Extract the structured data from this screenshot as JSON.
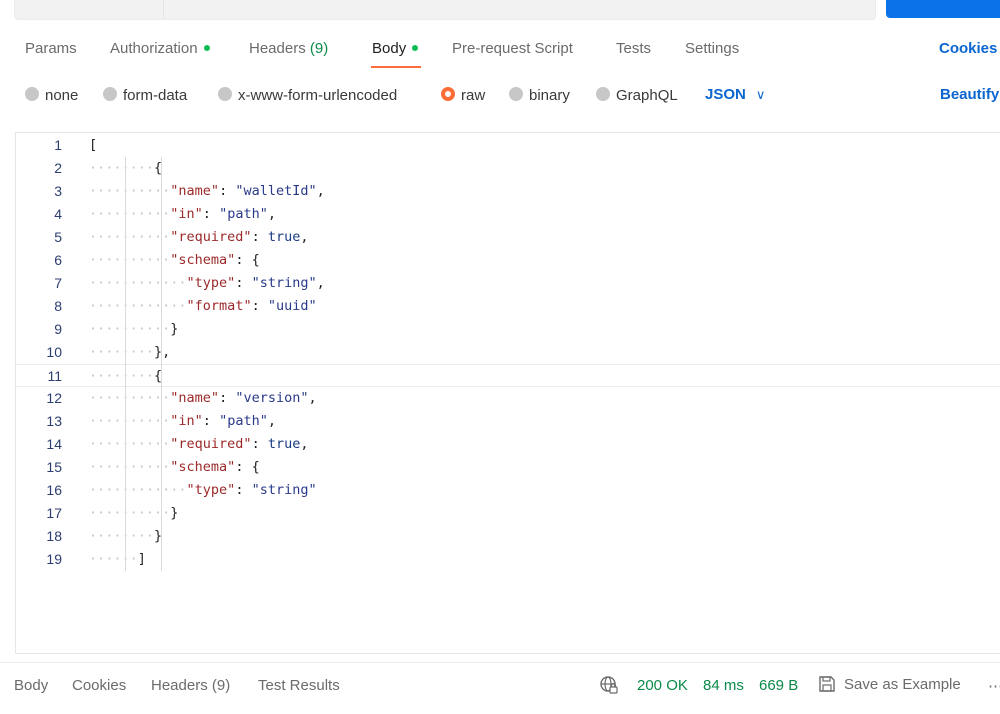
{
  "request_tabs": [
    {
      "label": "Params",
      "count": "",
      "dot": false,
      "active": false
    },
    {
      "label": "Authorization",
      "count": "",
      "dot": true,
      "active": false
    },
    {
      "label": "Headers",
      "count": "(9)",
      "dot": false,
      "active": false
    },
    {
      "label": "Body",
      "count": "",
      "dot": true,
      "active": true
    },
    {
      "label": "Pre-request Script",
      "count": "",
      "dot": false,
      "active": false
    },
    {
      "label": "Tests",
      "count": "",
      "dot": false,
      "active": false
    },
    {
      "label": "Settings",
      "count": "",
      "dot": false,
      "active": false
    }
  ],
  "cookies_label": "Cookies",
  "body_types": [
    {
      "label": "none",
      "selected": false
    },
    {
      "label": "form-data",
      "selected": false
    },
    {
      "label": "x-www-form-urlencoded",
      "selected": false
    },
    {
      "label": "raw",
      "selected": true
    },
    {
      "label": "binary",
      "selected": false
    },
    {
      "label": "GraphQL",
      "selected": false
    }
  ],
  "language": "JSON",
  "beautify_label": "Beautify",
  "editor": {
    "current_line": 11,
    "lines": [
      "[",
      "        {",
      "          \"name\": \"walletId\",",
      "          \"in\": \"path\",",
      "          \"required\": true,",
      "          \"schema\": {",
      "            \"type\": \"string\",",
      "            \"format\": \"uuid\"",
      "          }",
      "        },",
      "        {",
      "          \"name\": \"version\",",
      "          \"in\": \"path\",",
      "          \"required\": true,",
      "          \"schema\": {",
      "            \"type\": \"string\"",
      "          }",
      "        }",
      "      ]"
    ]
  },
  "response_tabs": [
    "Body",
    "Cookies",
    "Headers (9)",
    "Test Results"
  ],
  "response_status": {
    "status": "200 OK",
    "time": "84 ms",
    "size": "669 B"
  },
  "save_example_label": "Save as Example",
  "colors": {
    "accent": "#ff6c37",
    "link": "#0b66d0",
    "success": "#0a8a48",
    "send": "#0b72e7"
  }
}
